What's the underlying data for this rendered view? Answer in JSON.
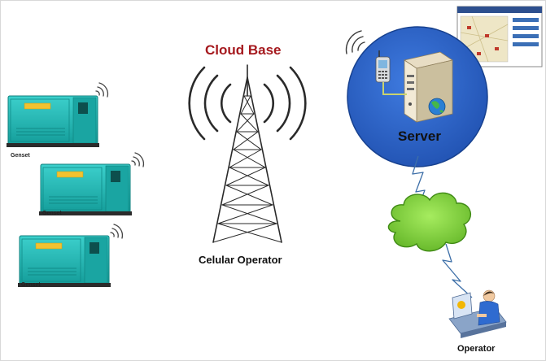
{
  "title": "Cloud Base",
  "tower": {
    "label": "Celular Operator",
    "icon": "cell-tower-icon"
  },
  "server": {
    "label": "Server",
    "icon": "server-icon",
    "phone_icon": "mobile-phone-icon",
    "globe_icon": "globe-icon"
  },
  "operator": {
    "label": "Operator",
    "icon": "operator-at-desk-icon"
  },
  "network": {
    "icon": "internet-cloud-icon"
  },
  "dashboard": {
    "icon": "dashboard-screenshot-icon"
  },
  "gensets": [
    {
      "label": "Genset"
    },
    {
      "label": "Genset"
    },
    {
      "label": "Genset"
    }
  ],
  "colors": {
    "title": "#a5191e",
    "server_circle": "#2e63c8",
    "genset_body": "#1fb3b1",
    "cloud": "#7fd33a",
    "lightning": "#5aa8e0"
  }
}
